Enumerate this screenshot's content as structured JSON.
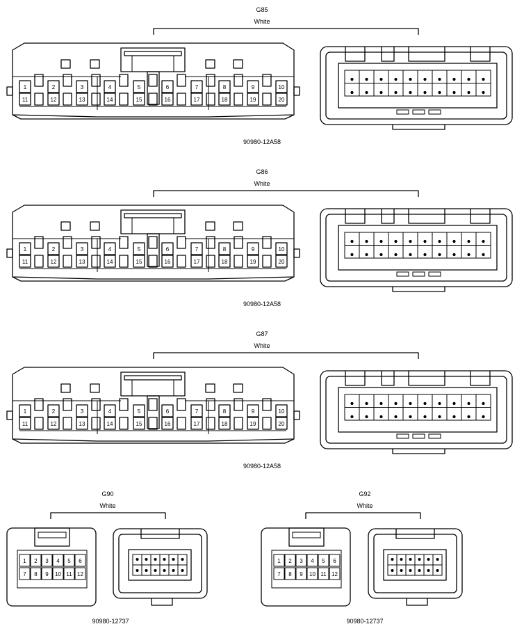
{
  "connectors": [
    {
      "id": "G85",
      "color": "White",
      "part": "90980-12A58",
      "type": "20-pin",
      "pins_top": [
        "1",
        "2",
        "3",
        "4",
        "5",
        "6",
        "7",
        "8",
        "9",
        "10"
      ],
      "pins_bottom": [
        "11",
        "12",
        "13",
        "14",
        "15",
        "16",
        "17",
        "18",
        "19",
        "20"
      ]
    },
    {
      "id": "G86",
      "color": "White",
      "part": "90980-12A58",
      "type": "20-pin",
      "pins_top": [
        "1",
        "2",
        "3",
        "4",
        "5",
        "6",
        "7",
        "8",
        "9",
        "10"
      ],
      "pins_bottom": [
        "11",
        "12",
        "13",
        "14",
        "15",
        "16",
        "17",
        "18",
        "19",
        "20"
      ]
    },
    {
      "id": "G87",
      "color": "White",
      "part": "90980-12A58",
      "type": "20-pin",
      "pins_top": [
        "1",
        "2",
        "3",
        "4",
        "5",
        "6",
        "7",
        "8",
        "9",
        "10"
      ],
      "pins_bottom": [
        "11",
        "12",
        "13",
        "14",
        "15",
        "16",
        "17",
        "18",
        "19",
        "20"
      ]
    },
    {
      "id": "G90",
      "color": "White",
      "part": "90980-12737",
      "type": "12-pin",
      "pins_top": [
        "1",
        "2",
        "3",
        "4",
        "5",
        "6"
      ],
      "pins_bottom": [
        "7",
        "8",
        "9",
        "10",
        "11",
        "12"
      ]
    },
    {
      "id": "G92",
      "color": "White",
      "part": "90980-12737",
      "type": "12-pin",
      "pins_top": [
        "1",
        "2",
        "3",
        "4",
        "5",
        "6"
      ],
      "pins_bottom": [
        "7",
        "8",
        "9",
        "10",
        "11",
        "12"
      ]
    }
  ]
}
